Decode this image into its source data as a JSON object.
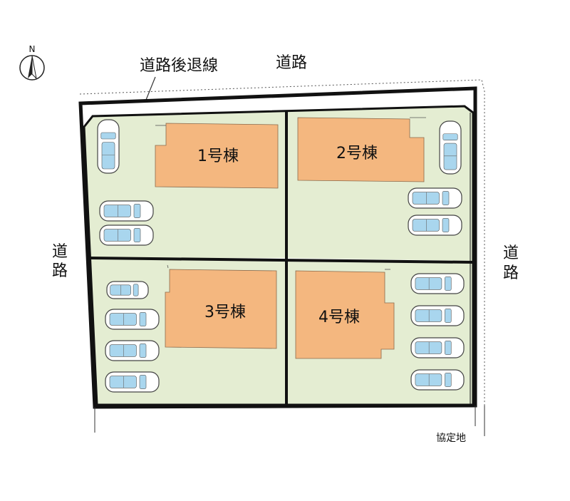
{
  "compass": {
    "label": "N"
  },
  "labels": {
    "setback_line": "道路後退線",
    "road_top": "道路",
    "road_left": [
      "道",
      "路"
    ],
    "road_right": [
      "道",
      "路"
    ],
    "agreement_land": "協定地"
  },
  "buildings": [
    {
      "label": "1号棟"
    },
    {
      "label": "2号棟"
    },
    {
      "label": "3号棟"
    },
    {
      "label": "4号棟"
    }
  ],
  "colors": {
    "lot": "#e4edd2",
    "building": "#f4b77f",
    "car_body": "#ffffff",
    "car_glass": "#a9d6ee",
    "boundary": "#111111"
  },
  "parking_counts": {
    "lot1": 3,
    "lot2": 3,
    "lot3": 4,
    "lot4": 4
  }
}
